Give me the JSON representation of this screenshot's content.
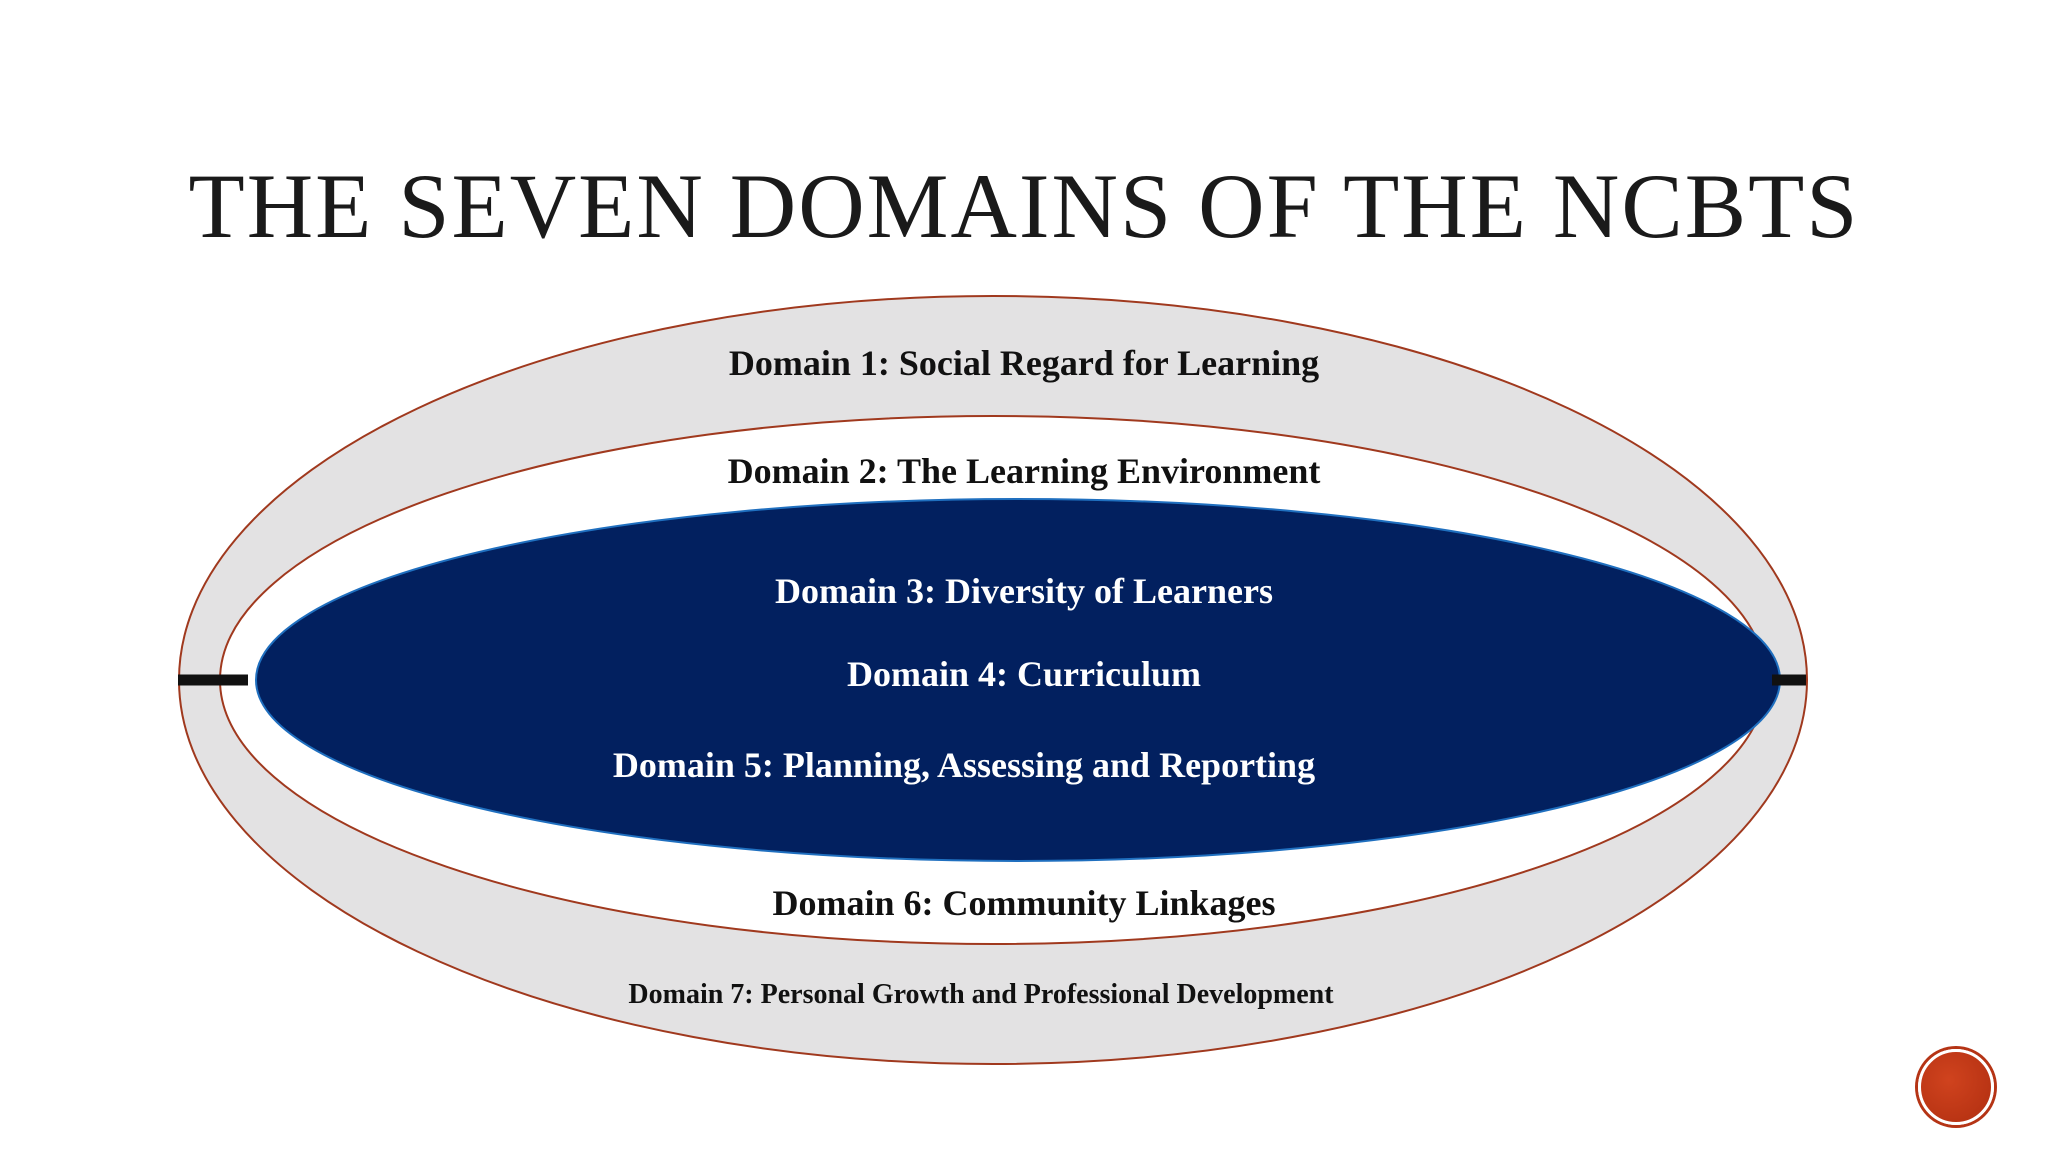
{
  "slide": {
    "title": "THE SEVEN DOMAINS OF THE NCBTS"
  },
  "domains": [
    "Domain 1: Social Regard for Learning",
    "Domain 2: The Learning Environment",
    "Domain 3: Diversity of Learners",
    "Domain 4: Curriculum",
    "Domain 5: Planning, Assessing and Reporting",
    "Domain 6: Community Linkages",
    "Domain 7: Personal Growth and Professional Development"
  ],
  "colors": {
    "outer_ring_fill": "#e3e2e3",
    "ring_border": "#a0391e",
    "middle_ring_fill": "#ffffff",
    "core_fill": "#02205f",
    "core_border": "#1f6fbf",
    "connector": "#111111",
    "nav_button": "#c03a17"
  },
  "icons": {
    "nav_button": "circle-nav-icon"
  }
}
